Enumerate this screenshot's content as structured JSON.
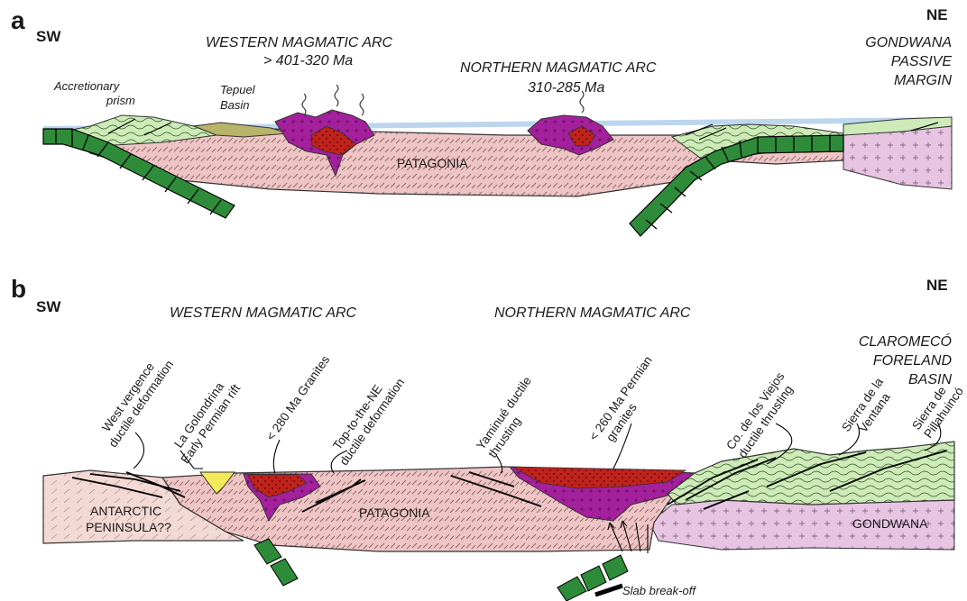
{
  "panel_a": {
    "letter": "a",
    "sw": "SW",
    "ne": "NE",
    "western_arc_title": "WESTERN MAGMATIC ARC",
    "western_arc_age": "> 401-320 Ma",
    "northern_arc_title": "NORTHERN MAGMATIC ARC",
    "northern_arc_age": "310-285 Ma",
    "accretionary_1": "Accretionary",
    "accretionary_2": "prism",
    "tepuel_1": "Tepuel",
    "tepuel_2": "Basin",
    "gondwana_1": "GONDWANA",
    "gondwana_2": "PASSIVE",
    "gondwana_3": "MARGIN",
    "patagonia": "PATAGONIA"
  },
  "panel_b": {
    "letter": "b",
    "sw": "SW",
    "ne": "NE",
    "western_arc_title": "WESTERN MAGMATIC ARC",
    "northern_arc_title": "NORTHERN MAGMATIC ARC",
    "claromeco_1": "CLAROMECÓ",
    "claromeco_2": "FORELAND",
    "claromeco_3": "BASIN",
    "west_vergence_1": "West vergence",
    "west_vergence_2": "ductile deformation",
    "golondrina_1": "La Golondrina",
    "golondrina_2": "Early Permian rift",
    "granites280": "< 280 Ma Granites",
    "top_ne_1": "Top-to-the-NE",
    "top_ne_2": "ductile deformation",
    "yaminue_1": "Yaminué ductile",
    "yaminue_2": "thrusting",
    "granites260_1": "< 260 Ma Permian",
    "granites260_2": "granites",
    "viejos_1": "Co. de los Viejos",
    "viejos_2": "ductile thrusting",
    "ventana_1": "Sierra de la",
    "ventana_2": "Ventana",
    "pillahuinco_1": "Sierra de",
    "pillahuinco_2": "Pillahuincó",
    "antarctic_1": "ANTARCTIC",
    "antarctic_2": "PENINSULA??",
    "patagonia": "PATAGONIA",
    "gondwana": "GONDWANA",
    "slab": "Slab break-off"
  },
  "colors": {
    "patagonia": "#efc4c4",
    "magma_purple": "#a4209c",
    "magma_red": "#c0221c",
    "slab_green": "#2e8b3a",
    "prism_green": "#cdeab8",
    "tepuel_olive": "#b9b36a",
    "gondwana_pink": "#e7c4e2",
    "antarctic": "#f3d9d4",
    "yellow_rift": "#f2ea5a",
    "sea_blue": "#bcd6ee"
  }
}
